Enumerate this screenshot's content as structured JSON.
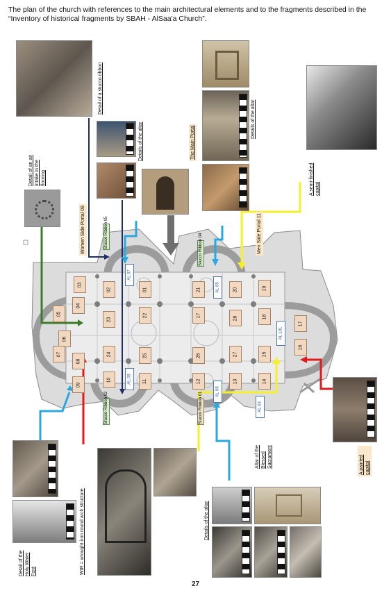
{
  "title": "The plan of the church with references to the main architectural elements and to the fragments described in the “Inventory of historical fragments by SBAH - AlSaa'a Church”.",
  "page_number": "27",
  "labels": {
    "stucco_ribbon": "Detail of a stucco ribbon",
    "air_intake": "Detail of an air intake in the flooring",
    "altar_top_left": "Details of the altar",
    "main_portal": "The Main Portal",
    "altar_top_right": "Details of the altar",
    "semi_finished_capital": "A semi-finished capital",
    "women_portal": "Women Side Portal 09",
    "men_portal": "Men Side Portal 11",
    "holy_water_font": "Detail of the Holy Water Font",
    "wir": "WIR = wrought iron round arch structure",
    "altar_bottom": "Details of the altar",
    "blessed_sacrament": "Altar of the Blessed Sacrament",
    "painted_capital": "A painted capital"
  },
  "tags": {
    "stucco_ribbon_05": "Stucco Ribbon 05",
    "stucco_ribbon_04": "Stucco Ribbon 04",
    "stucco_ribbon_02": "Stucco Ribbon 02",
    "stucco_ribbon_01": "Stucco Ribbon 01"
  },
  "rooms": [
    "01",
    "02",
    "03",
    "04",
    "05",
    "06",
    "07",
    "08",
    "09",
    "10",
    "11",
    "12",
    "13",
    "14",
    "15",
    "16",
    "17",
    "18",
    "19",
    "20",
    "21",
    "22",
    "23",
    "24",
    "25",
    "26",
    "27",
    "28"
  ],
  "al_tags": {
    "al07": "AL 07",
    "al05": "AL 05",
    "al101": "AL 101",
    "al08": "AL 08",
    "al06": "AL 06",
    "al03": "AL 03"
  },
  "colors": {
    "navy": "#1f2f66",
    "cyan": "#2aa8e0",
    "green": "#3f7a2b",
    "yellow": "#f7ef2a",
    "red": "#e01b1b",
    "gray": "#6e6e6e",
    "plan_wall": "#b5b5b5",
    "room_fill": "#f2d8c1"
  }
}
